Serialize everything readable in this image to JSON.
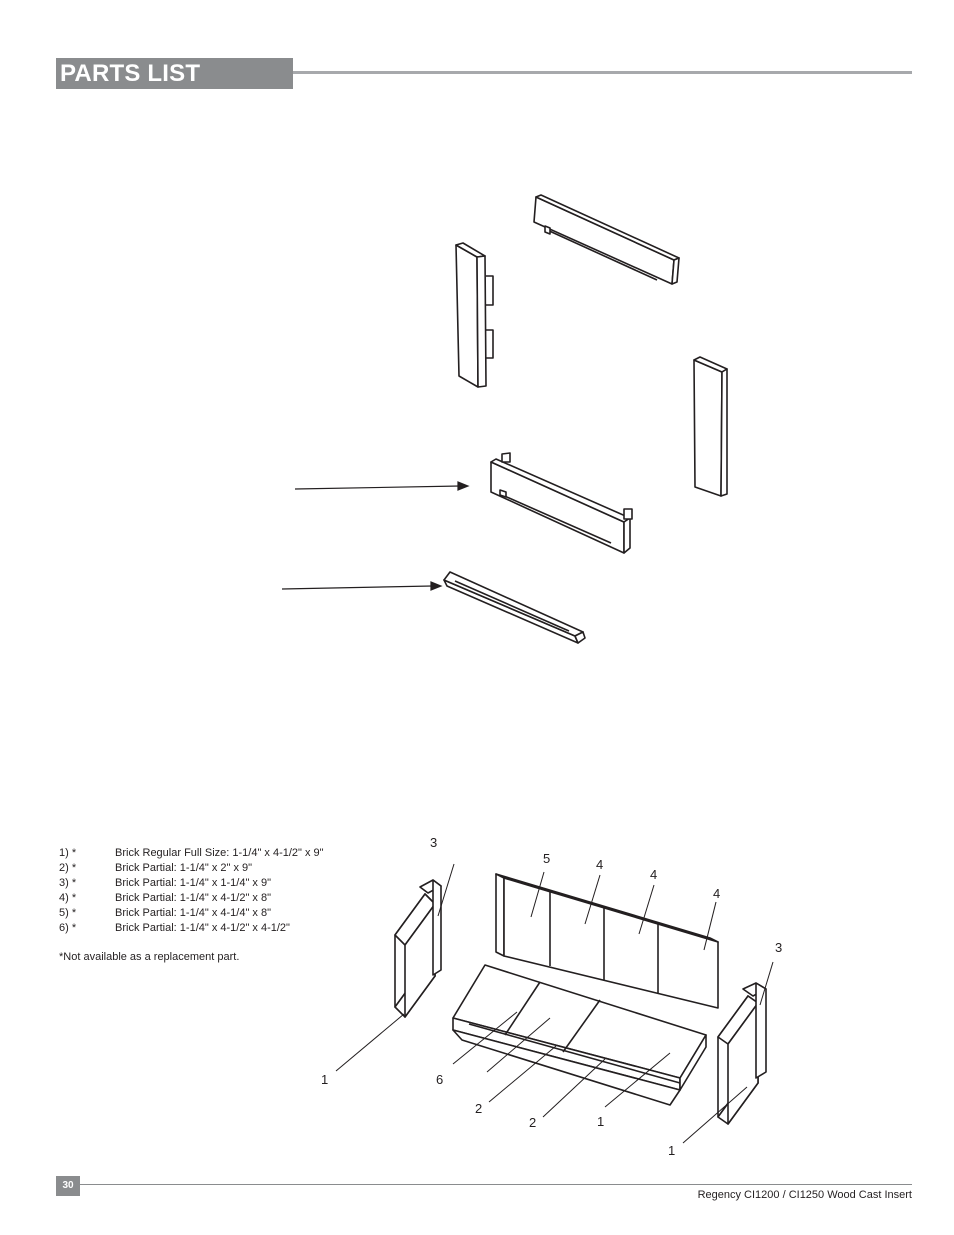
{
  "header": {
    "title": "PARTS LIST"
  },
  "parts": [
    {
      "num": "1) *",
      "desc": "Brick Regular Full Size: 1-1/4\" x 4-1/2\" x 9\""
    },
    {
      "num": "2) *",
      "desc": "Brick Partial: 1-1/4\" x 2\" x 9\""
    },
    {
      "num": "3) *",
      "desc": "Brick Partial: 1-1/4\" x 1-1/4\" x 9\""
    },
    {
      "num": "4) *",
      "desc": "Brick Partial: 1-1/4\" x 4-1/2\" x 8\""
    },
    {
      "num": "5) *",
      "desc": "Brick Partial: 1-1/4\" x 4-1/4\" x 8\""
    },
    {
      "num": "6) *",
      "desc": "Brick Partial: 1-1/4\" x 4-1/2\" x 4-1/2\""
    }
  ],
  "footnote": "*Not available as a replacement part.",
  "callouts": {
    "c3_left": "3",
    "c5": "5",
    "c4_a": "4",
    "c4_b": "4",
    "c4_c": "4",
    "c3_right": "3",
    "c1_left": "1",
    "c6": "6",
    "c2_a": "2",
    "c2_b": "2",
    "c1_mid": "1",
    "c1_right": "1"
  },
  "footer": {
    "page_number": "30",
    "text": "Regency CI1200 / CI1250 Wood Cast Insert"
  }
}
